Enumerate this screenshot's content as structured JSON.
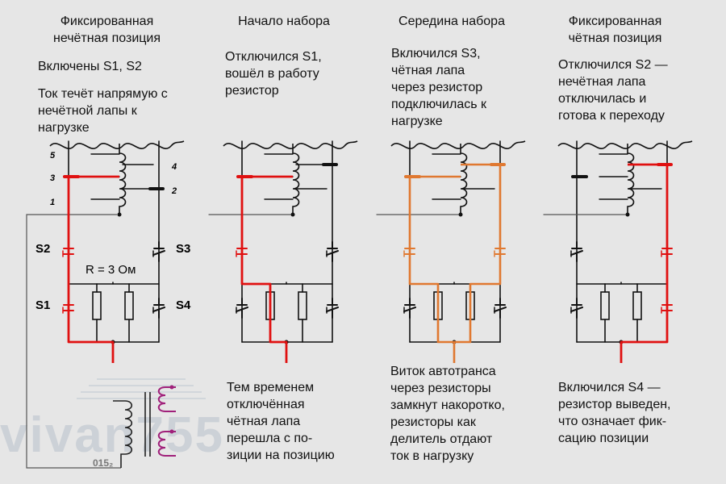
{
  "panels": [
    {
      "title": "Фиксированная\nнечётная позиция",
      "subtitle": "Включены S1, S2",
      "description": "Ток течёт напрямую с\nнечётной лапы к\nнагрузке"
    },
    {
      "title": "Начало набора",
      "description": "Отключился S1,\nвошёл в работу\nрезистор",
      "bottom_text": "Тем временем\nотключённая\nчётная лапа\nперешла с по-\nзиции на позицию"
    },
    {
      "title": "Середина набора",
      "description": "Включился S3,\nчётная лапа\nчерез резистор\nподключилась к\nнагрузке",
      "bottom_text": "Виток автотранса\nчерез резисторы\nзамкнут накоротко,\nрезисторы как\nделитель отдают\nток в нагрузку"
    },
    {
      "title": "Фиксированная\nчётная позиция",
      "description": "Отключился S2 —\nнечётная лапа\nотключилась и\nготова к переходу",
      "bottom_text": "Включился S4 —\nрезистор выведен,\nчто означает фик-\nсацию позиции"
    }
  ],
  "labels": {
    "tap_5": "5",
    "tap_4": "4",
    "tap_3": "3",
    "tap_2": "2",
    "tap_1": "1",
    "s1": "S1",
    "s2": "S2",
    "s3": "S3",
    "s4": "S4",
    "resistance": "R = 3 Ом",
    "figure_number": "015₂",
    "watermark": "vivan755"
  },
  "colors": {
    "background": "#e6e6e6",
    "wire": "#111111",
    "current_red": "#e01010",
    "current_orange": "#e07830",
    "transformer": "#a0207a",
    "watermark": "#c4cad2"
  }
}
